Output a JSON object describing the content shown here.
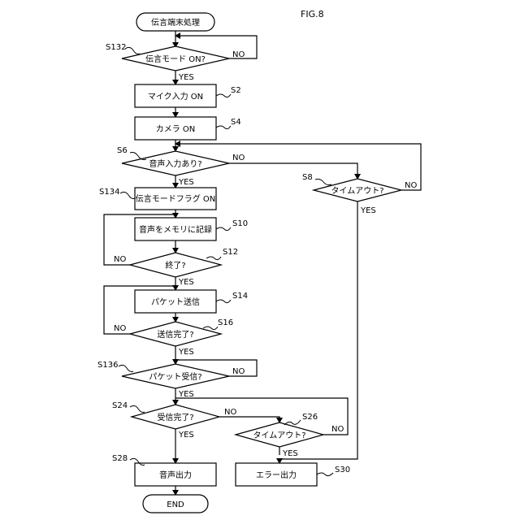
{
  "figure": {
    "label": "FIG.8"
  },
  "nodes": {
    "start": "伝言端末処理",
    "s132": "伝言モード ON?",
    "s2": "マイク入力 ON",
    "s4": "カメラ ON",
    "s6": "音声入力あり?",
    "s8": "タイムアウト?",
    "s134": "伝言モードフラグ ON",
    "s10": "音声をメモリに記録",
    "s12": "終了?",
    "s14": "パケット送信",
    "s16": "送信完了?",
    "s136": "パケット受信?",
    "s24": "受信完了?",
    "s26": "タイムアウト?",
    "s28": "音声出力",
    "s30": "エラー出力",
    "end": "END"
  },
  "steps": {
    "s132": "S132",
    "s2": "S2",
    "s4": "S4",
    "s6": "S6",
    "s8": "S8",
    "s134": "S134",
    "s10": "S10",
    "s12": "S12",
    "s14": "S14",
    "s16": "S16",
    "s136": "S136",
    "s24": "S24",
    "s26": "S26",
    "s28": "S28",
    "s30": "S30"
  },
  "branches": {
    "yes": "YES",
    "no": "NO"
  }
}
